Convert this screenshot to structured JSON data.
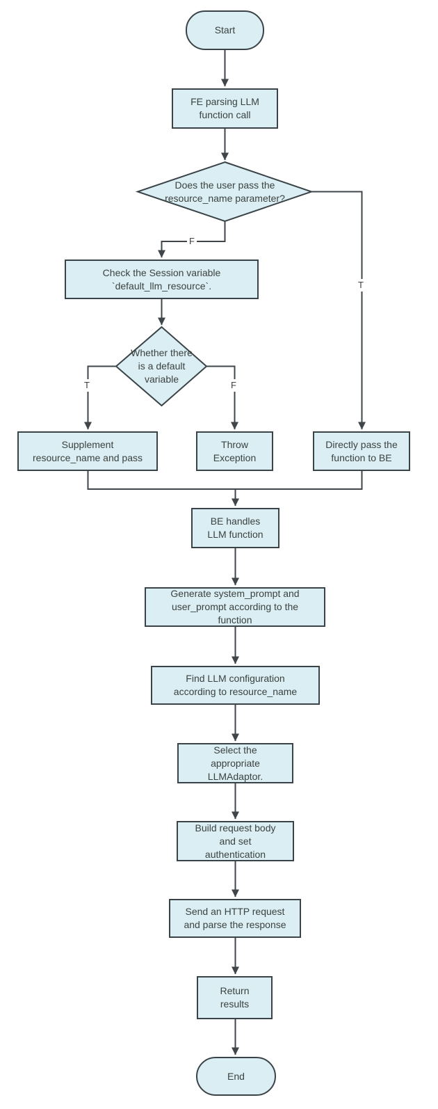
{
  "diagram": {
    "title": "LLM function call handling flowchart",
    "nodes": {
      "start": {
        "label": "Start"
      },
      "fe_parsing": {
        "label": "FE parsing LLM\nfunction call"
      },
      "pass_resource_decision": {
        "label": "Does the user pass the\nresource_name parameter?"
      },
      "check_session": {
        "label": "Check the Session variable\n`default_llm_resource`."
      },
      "default_var_decision": {
        "label": "Whether there\nis a default\nvariable"
      },
      "supplement": {
        "label": "Supplement\nresource_name and pass"
      },
      "throw_exception": {
        "label": "Throw\nException"
      },
      "direct_pass": {
        "label": "Directly pass the\nfunction to BE"
      },
      "be_handles": {
        "label": "BE handles\nLLM function"
      },
      "generate_prompts": {
        "label": "Generate system_prompt and\nuser_prompt according to the\nfunction"
      },
      "find_config": {
        "label": "Find LLM configuration\naccording to resource_name"
      },
      "select_adaptor": {
        "label": "Select the\nappropriate\nLLMAdaptor."
      },
      "build_request": {
        "label": "Build request body\nand set\nauthentication"
      },
      "send_request": {
        "label": "Send an HTTP request\nand parse the response"
      },
      "return_results": {
        "label": "Return\nresults"
      },
      "end": {
        "label": "End"
      }
    },
    "edge_labels": {
      "pass_resource_false": "F",
      "pass_resource_true": "T",
      "default_var_true": "T",
      "default_var_false": "F"
    },
    "colors": {
      "node_fill": "#daeef3",
      "node_border": "#3a4347",
      "line": "#3f4548",
      "text": "#3c4240",
      "canvas_bg": "#ffffff"
    }
  }
}
